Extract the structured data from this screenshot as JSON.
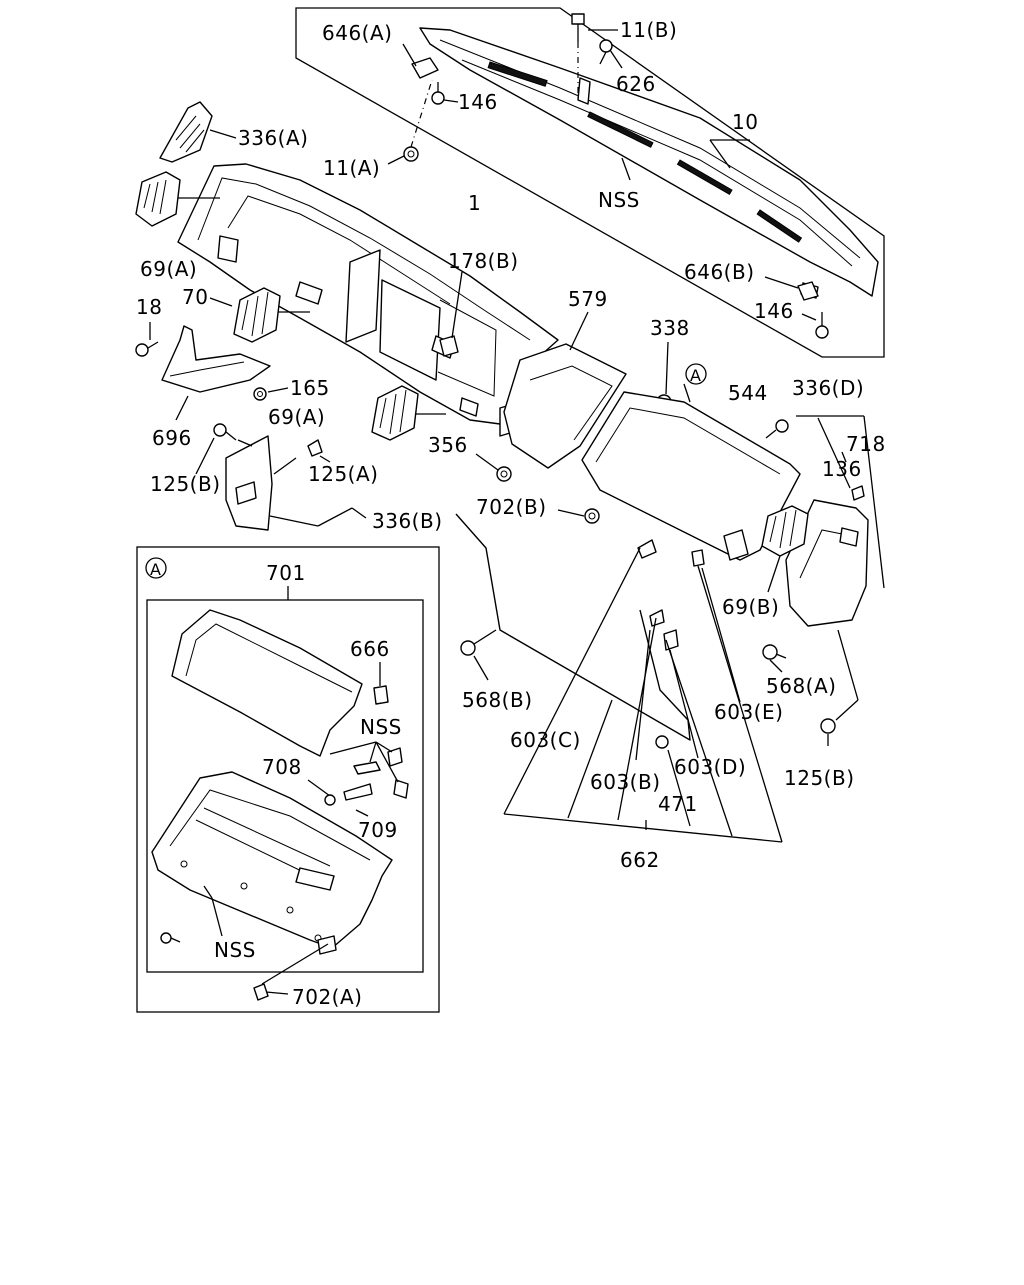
{
  "diagram": {
    "labels": {
      "p11B": "11(B)",
      "p646A": "646(A)",
      "p626": "626",
      "p146a": "146",
      "p10": "10",
      "p336A": "336(A)",
      "p11A": "11(A)",
      "nss1": "NSS",
      "p1": "1",
      "p178B": "178(B)",
      "p646B": "646(B)",
      "p69A1": "69(A)",
      "p146b": "146",
      "p18": "18",
      "p70": "70",
      "p579": "579",
      "p338": "338",
      "p165": "165",
      "calloutA1": "A",
      "p544": "544",
      "p336D": "336(D)",
      "p69A2": "69(A)",
      "p718": "718",
      "p696": "696",
      "p356": "356",
      "p136": "136",
      "p125B1": "125(B)",
      "p125A": "125(A)",
      "p702B": "702(B)",
      "p336B": "336(B)",
      "calloutA2": "A",
      "p701": "701",
      "p69B": "69(B)",
      "p666": "666",
      "p568B": "568(B)",
      "p568A": "568(A)",
      "nss2": "NSS",
      "p603E": "603(E)",
      "p708": "708",
      "p603C": "603(C)",
      "p125B2": "125(B)",
      "p603D": "603(D)",
      "p603B": "603(B)",
      "p709": "709",
      "p471": "471",
      "p662": "662",
      "nss3": "NSS",
      "p702A": "702(A)"
    }
  }
}
